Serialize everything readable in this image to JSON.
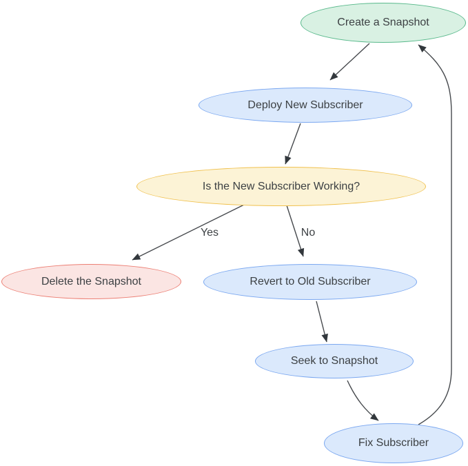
{
  "diagram": {
    "title": "Snapshot / Subscriber deployment flowchart",
    "text_color": "#3c4043",
    "edge_color": "#46494d",
    "arrow_color": "#32373c",
    "background_color": "#ffffff",
    "nodes": [
      {
        "id": "create",
        "label": "Create a Snapshot",
        "shape": "ellipse",
        "fill": "#d9f1e3",
        "stroke": "#58b98b"
      },
      {
        "id": "deploy",
        "label": "Deploy New Subscriber",
        "shape": "ellipse",
        "fill": "#dbe9fc",
        "stroke": "#7aa7f0"
      },
      {
        "id": "working",
        "label": "Is the New Subscriber Working?",
        "shape": "ellipse",
        "fill": "#fcf3d6",
        "stroke": "#f0c04c"
      },
      {
        "id": "delete",
        "label": "Delete the Snapshot",
        "shape": "ellipse",
        "fill": "#fbe5e3",
        "stroke": "#ec7e73"
      },
      {
        "id": "revert",
        "label": "Revert to Old Subscriber",
        "shape": "ellipse",
        "fill": "#dbe9fc",
        "stroke": "#7aa7f0"
      },
      {
        "id": "seek",
        "label": "Seek to Snapshot",
        "shape": "ellipse",
        "fill": "#dbe9fc",
        "stroke": "#7aa7f0"
      },
      {
        "id": "fix",
        "label": "Fix Subscriber",
        "shape": "ellipse",
        "fill": "#dbe9fc",
        "stroke": "#7aa7f0"
      }
    ],
    "edges": [
      {
        "from": "create",
        "to": "deploy",
        "label": ""
      },
      {
        "from": "deploy",
        "to": "working",
        "label": ""
      },
      {
        "from": "working",
        "to": "delete",
        "label": "Yes"
      },
      {
        "from": "working",
        "to": "revert",
        "label": "No"
      },
      {
        "from": "revert",
        "to": "seek",
        "label": ""
      },
      {
        "from": "seek",
        "to": "fix",
        "label": ""
      },
      {
        "from": "fix",
        "to": "create",
        "label": ""
      }
    ]
  }
}
